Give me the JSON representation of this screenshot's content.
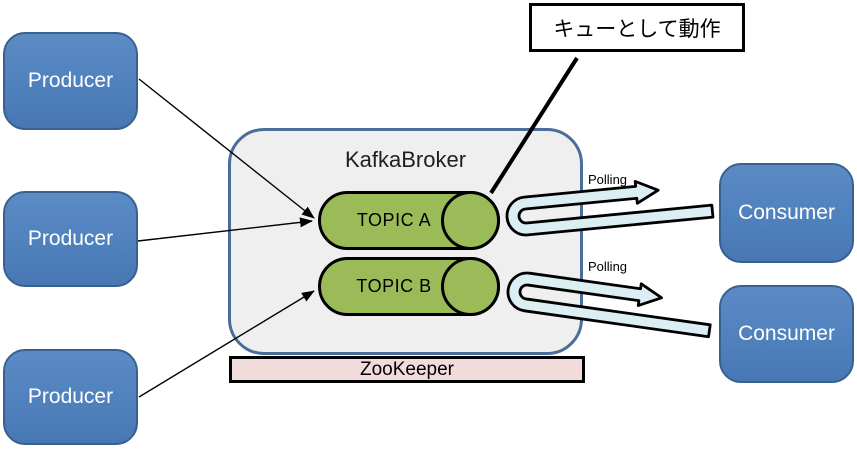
{
  "producers": [
    {
      "label": "Producer"
    },
    {
      "label": "Producer"
    },
    {
      "label": "Producer"
    }
  ],
  "broker": {
    "title": "KafkaBroker",
    "topics": [
      {
        "label": "TOPIC A"
      },
      {
        "label": "TOPIC B"
      }
    ]
  },
  "zookeeper": {
    "label": "ZooKeeper"
  },
  "consumers": [
    {
      "label": "Consumer"
    },
    {
      "label": "Consumer"
    }
  ],
  "annotation": {
    "label": "キューとして動作"
  },
  "polling_labels": [
    "Polling",
    "Polling"
  ],
  "colors": {
    "node_blue": "#4F81BD",
    "node_blue_border": "#38618F",
    "topic_green": "#9BBB59",
    "broker_fill": "#EFEFEF",
    "broker_border": "#4A6D99",
    "zookeeper_pink": "#F2DCDB",
    "polling_arrow_fill": "#DAEEF3",
    "outline": "#000000"
  }
}
